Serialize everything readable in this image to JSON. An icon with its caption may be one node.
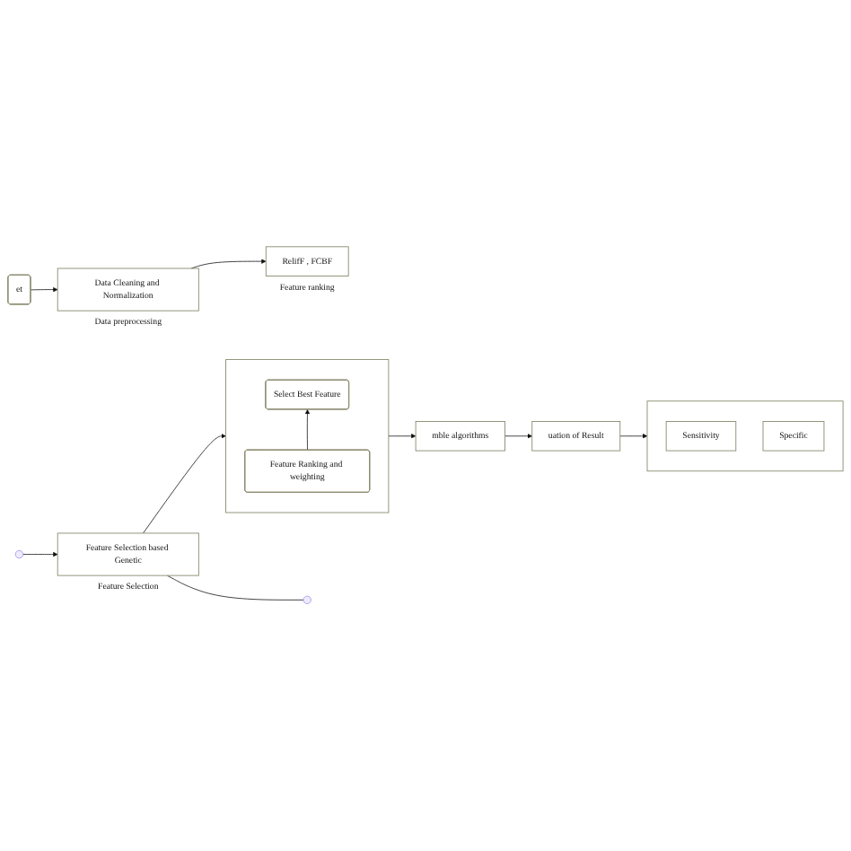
{
  "diagram": {
    "nodes": [
      {
        "text": [
          "et"
        ]
      },
      {
        "text": [
          "Data Cleaning and Normalization"
        ],
        "beside": [
          "Data preprocessing"
        ]
      },
      {
        "text": [
          "RelifF , FCBF"
        ],
        "beside": [
          "Feature ranking"
        ]
      },
      {
        "text": [
          "Feature Selection based Genetic"
        ],
        "beside": [
          "Feature Selection"
        ]
      },
      {
        "text": [],
        "shape": "box"
      },
      {
        "text": [
          "Select Best Feature"
        ],
        "in": 4
      },
      {
        "text": [
          "Feature Ranking and weighting"
        ],
        "in": 4
      },
      {
        "text": [
          "mble algorithms"
        ]
      },
      {
        "text": [
          "uation of Result"
        ]
      },
      {
        "text": [],
        "shape": "box"
      },
      {
        "text": [
          "Sensitivity"
        ],
        "in": 9
      },
      {
        "text": [
          "Specific"
        ],
        "in": 9
      }
    ],
    "edges": [
      {
        "from": 0,
        "to": 1,
        "arrow": "to"
      },
      {
        "from": 1,
        "to": 2,
        "arrow": "to"
      },
      {
        "from": null,
        "to": 3,
        "arrow": "to"
      },
      {
        "from": 3,
        "to": null,
        "arrow": "none"
      },
      {
        "from": 3,
        "to": 4,
        "arrow": "to"
      },
      {
        "from": 6,
        "to": 5,
        "arrow": "to"
      },
      {
        "from": 4,
        "to": 7,
        "arrow": "to"
      },
      {
        "from": 7,
        "to": 8,
        "arrow": "to"
      },
      {
        "from": 8,
        "to": 9,
        "arrow": "to"
      }
    ]
  }
}
